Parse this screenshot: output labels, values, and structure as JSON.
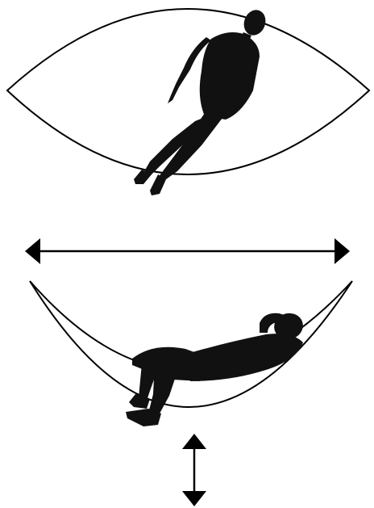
{
  "diagram": {
    "panels": [
      {
        "view": "top",
        "figure": "standing-person-silhouette",
        "hammock_shape": "lens"
      },
      {
        "view": "side",
        "figure": "reclining-person-silhouette",
        "hammock_shape": "crescent"
      }
    ],
    "arrows": [
      {
        "name": "width-arrow",
        "direction": "horizontal",
        "heads": "both"
      },
      {
        "name": "depth-arrow",
        "direction": "vertical",
        "heads": "both"
      }
    ],
    "colors": {
      "stroke": "#000000",
      "fill": "#ffffff",
      "silhouette": "#111111"
    }
  }
}
